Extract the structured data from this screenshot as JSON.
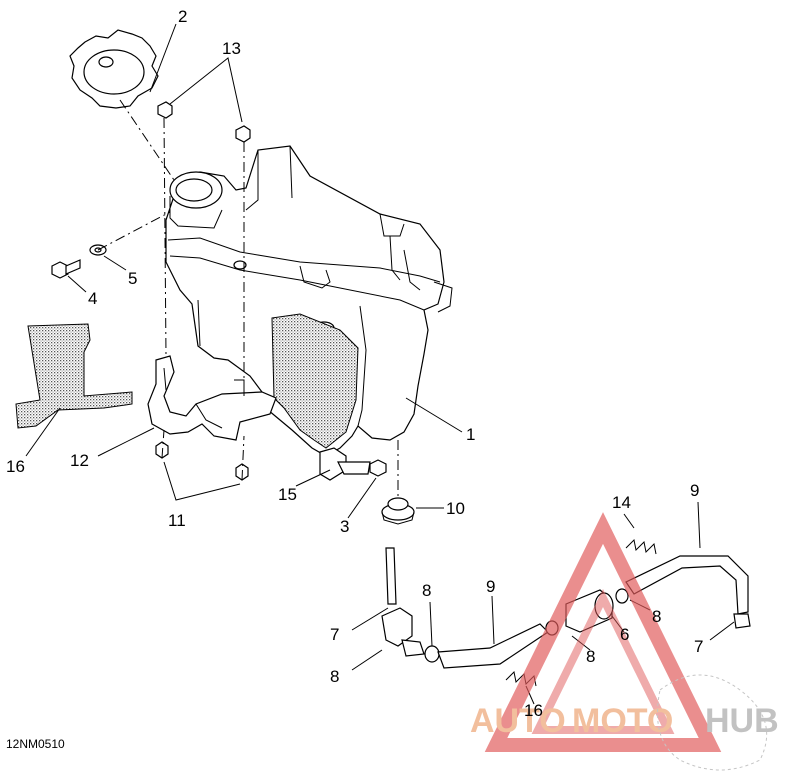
{
  "diagram": {
    "drawing_code": "12NM0510",
    "callouts": [
      {
        "id": "c1",
        "label": "1"
      },
      {
        "id": "c2",
        "label": "2"
      },
      {
        "id": "c3",
        "label": "3"
      },
      {
        "id": "c4",
        "label": "4"
      },
      {
        "id": "c5",
        "label": "5"
      },
      {
        "id": "c6",
        "label": "6"
      },
      {
        "id": "c7a",
        "label": "7"
      },
      {
        "id": "c7b",
        "label": "7"
      },
      {
        "id": "c8a",
        "label": "8"
      },
      {
        "id": "c8b",
        "label": "8"
      },
      {
        "id": "c8c",
        "label": "8"
      },
      {
        "id": "c8d",
        "label": "8"
      },
      {
        "id": "c9a",
        "label": "9"
      },
      {
        "id": "c9b",
        "label": "9"
      },
      {
        "id": "c10",
        "label": "10"
      },
      {
        "id": "c11",
        "label": "11"
      },
      {
        "id": "c12",
        "label": "12"
      },
      {
        "id": "c13",
        "label": "13"
      },
      {
        "id": "c14",
        "label": "14"
      },
      {
        "id": "c15",
        "label": "15"
      },
      {
        "id": "c16a",
        "label": "16"
      },
      {
        "id": "c16b",
        "label": "16"
      }
    ]
  },
  "watermark": {
    "text_auto": "AUTO",
    "text_moto": "MOTO",
    "text_hub": "HUB",
    "colors": {
      "auto": "#f0b48c",
      "moto": "#f0b48c",
      "hub": "#b8b8b8",
      "triangle": "#e05a5a"
    }
  }
}
